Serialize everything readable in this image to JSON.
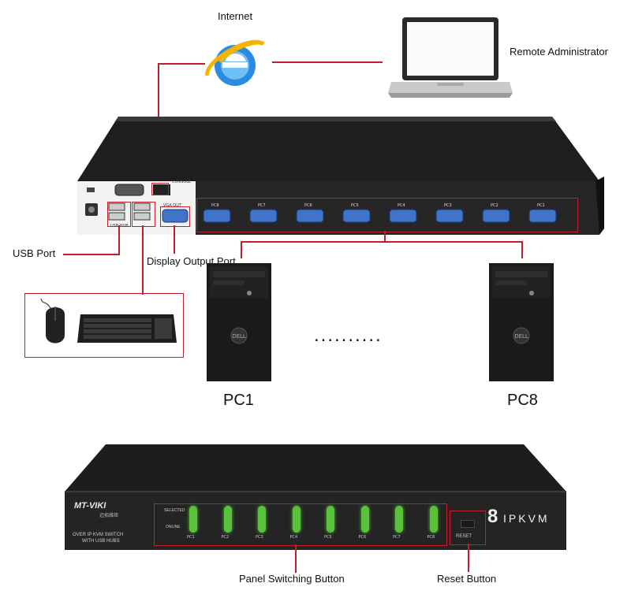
{
  "labels": {
    "internet": "Internet",
    "remote_admin": "Remote Administrator",
    "usb_port": "USB Port",
    "display_output_port": "Display Output Port",
    "pc1": "PC1",
    "pc8": "PC8",
    "panel_switching_button": "Panel Switching Button",
    "reset_button": "Reset Button"
  },
  "rear_panel": {
    "console_label": "CONSOLE",
    "vga_out_label": "VGA OUT",
    "usb_hub_label": "USB HUB",
    "ports": [
      "PC8",
      "PC7",
      "PC6",
      "PC5",
      "PC4",
      "PC3",
      "PC2",
      "PC1"
    ]
  },
  "front_panel": {
    "brand": "MT-VIKI",
    "brand_cn": "迈拓维矩",
    "subtitle_line1": "OVER IP KVM SWITCH",
    "subtitle_line2": "WITH USB HUBS",
    "selected_label": "SELECTED",
    "online_label": "ONLINE",
    "buttons": [
      "PC1",
      "PC2",
      "PC3",
      "PC4",
      "PC5",
      "PC6",
      "PC7",
      "PC8"
    ],
    "model_number": "8",
    "model_text": "IPKVM",
    "reset_label": "RESET"
  },
  "ellipsis": "..........",
  "colors": {
    "annotation_line": "#c0202a",
    "button_green": "#57c23a",
    "port_blue": "#3f74c9"
  },
  "icons": [
    "internet-explorer-icon",
    "laptop-icon",
    "mouse-icon",
    "keyboard-icon",
    "desktop-tower-icon"
  ]
}
